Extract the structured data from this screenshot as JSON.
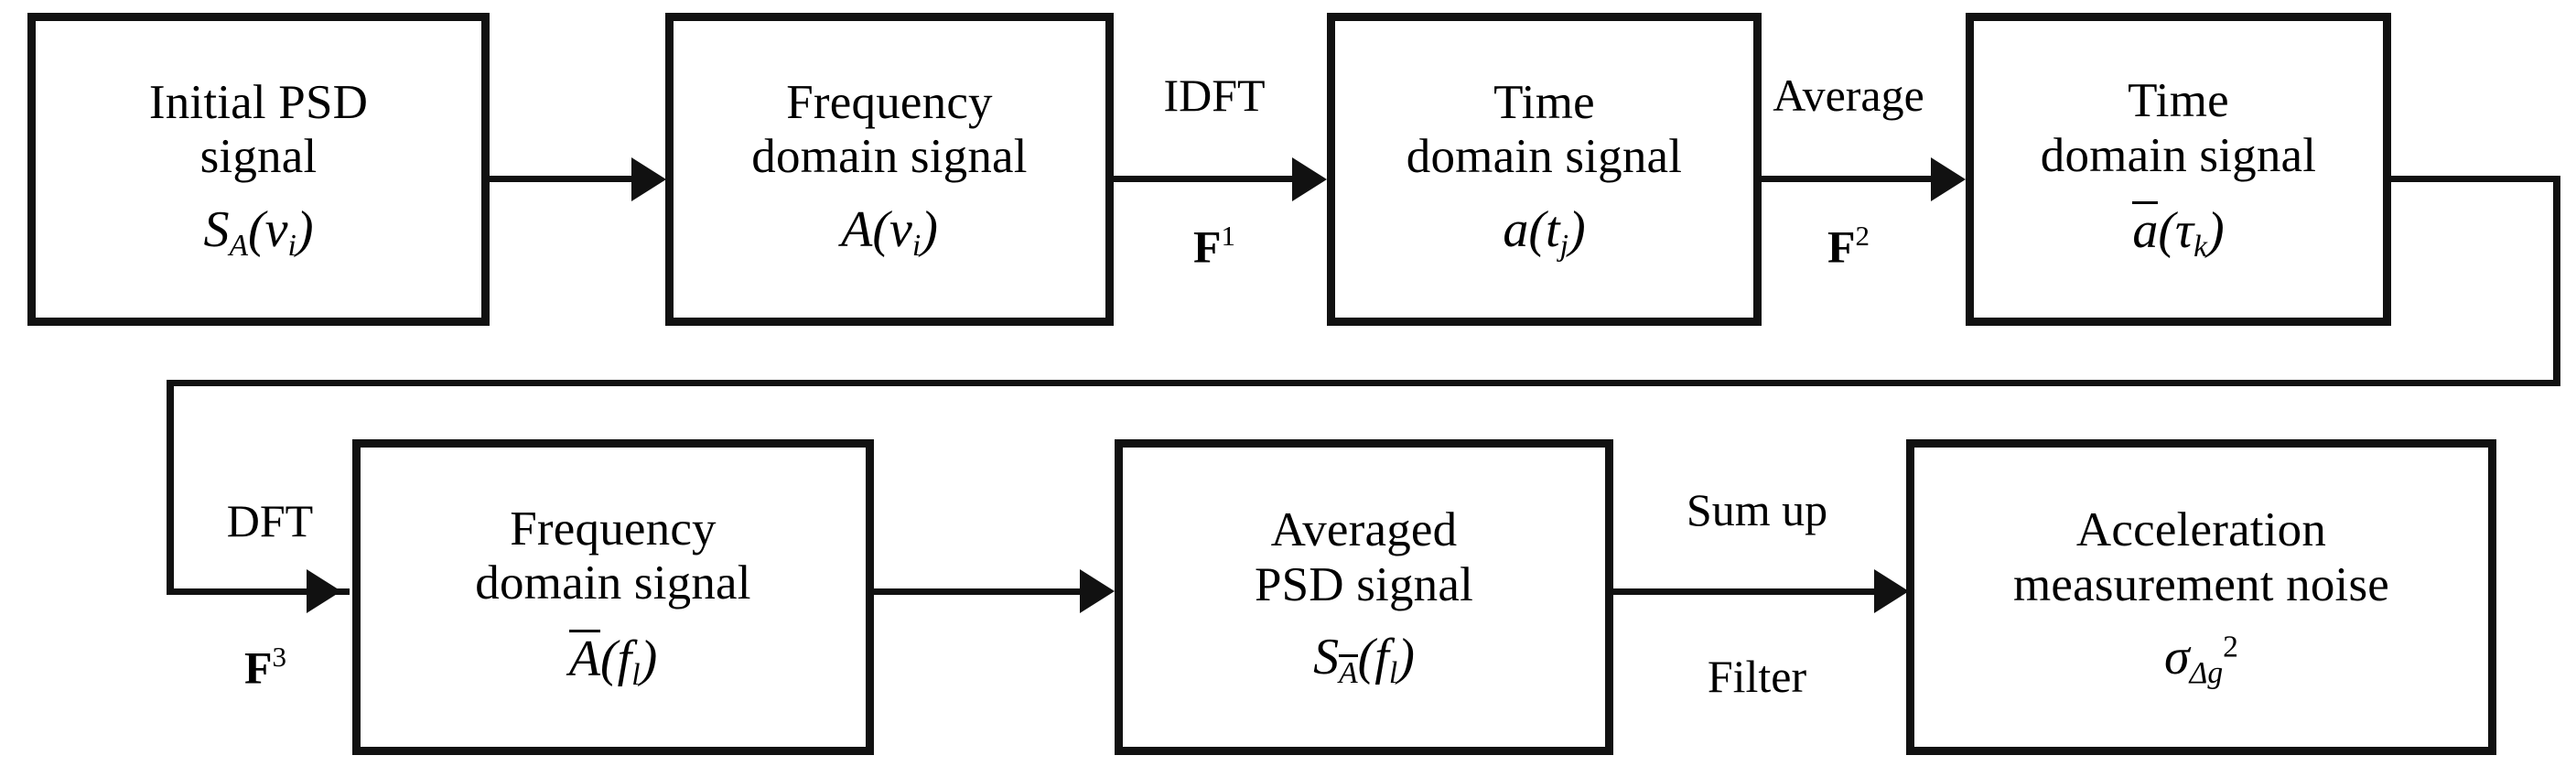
{
  "diagram": {
    "title": "PSD averaging signal-processing flowchart",
    "type": "flowchart",
    "orientation": "left-to-right, two rows with feedback wrap",
    "accent_color": "#111111",
    "background_color": "#ffffff",
    "nodes": [
      {
        "id": "n1",
        "title": "Initial PSD\nsignal",
        "formula_plain": "S_A(v_i)",
        "formula_base": "S",
        "formula_sub": "A",
        "formula_arg": "(v",
        "formula_arg_sub": "i",
        "formula_arg_close": ")"
      },
      {
        "id": "n2",
        "title": "Frequency\ndomain signal",
        "formula_plain": "A(v_i)",
        "formula_base": "A",
        "formula_arg": "(v",
        "formula_arg_sub": "i",
        "formula_arg_close": ")"
      },
      {
        "id": "n3",
        "title": "Time\ndomain signal",
        "formula_plain": "a(t_j)",
        "formula_base": "a",
        "formula_arg": "(t",
        "formula_arg_sub": "j",
        "formula_arg_close": ")"
      },
      {
        "id": "n4",
        "title": "Time\ndomain signal",
        "formula_plain": "ā(tau_k)",
        "formula_base": "a",
        "formula_base_overline": true,
        "formula_arg": "(τ",
        "formula_arg_sub": "k",
        "formula_arg_close": ")"
      },
      {
        "id": "n5",
        "title": "Frequency\ndomain signal",
        "formula_plain": "Ā(f_l)",
        "formula_base": "A",
        "formula_base_overline": true,
        "formula_arg": "(f",
        "formula_arg_sub": "l",
        "formula_arg_close": ")"
      },
      {
        "id": "n6",
        "title": "Averaged\nPSD signal",
        "formula_plain": "S_Ā(f_l)",
        "formula_base": "S",
        "formula_sub": "A",
        "formula_sub_overline": true,
        "formula_arg": "(f",
        "formula_arg_sub": "l",
        "formula_arg_close": ")"
      },
      {
        "id": "n7",
        "title": "Acceleration\nmeasurement noise",
        "formula_plain": "sigma_Dg^2",
        "formula_base": "σ",
        "formula_sub": "Δg",
        "formula_sup": "2"
      }
    ],
    "edges": [
      {
        "id": "e1",
        "from": "n1",
        "to": "n2",
        "label_above": "",
        "label_below": ""
      },
      {
        "id": "e2",
        "from": "n2",
        "to": "n3",
        "label_above": "IDFT",
        "label_below": "F",
        "label_below_sup": "1"
      },
      {
        "id": "e3",
        "from": "n3",
        "to": "n4",
        "label_above": "Average",
        "label_below": "F",
        "label_below_sup": "2"
      },
      {
        "id": "e4",
        "from": "n4",
        "to": "n5",
        "label_above": "DFT",
        "label_below": "F",
        "label_below_sup": "3"
      },
      {
        "id": "e5",
        "from": "n5",
        "to": "n6",
        "label_above": "",
        "label_below": ""
      },
      {
        "id": "e6",
        "from": "n6",
        "to": "n7",
        "label_above": "Sum up",
        "label_below": "Filter"
      }
    ]
  }
}
